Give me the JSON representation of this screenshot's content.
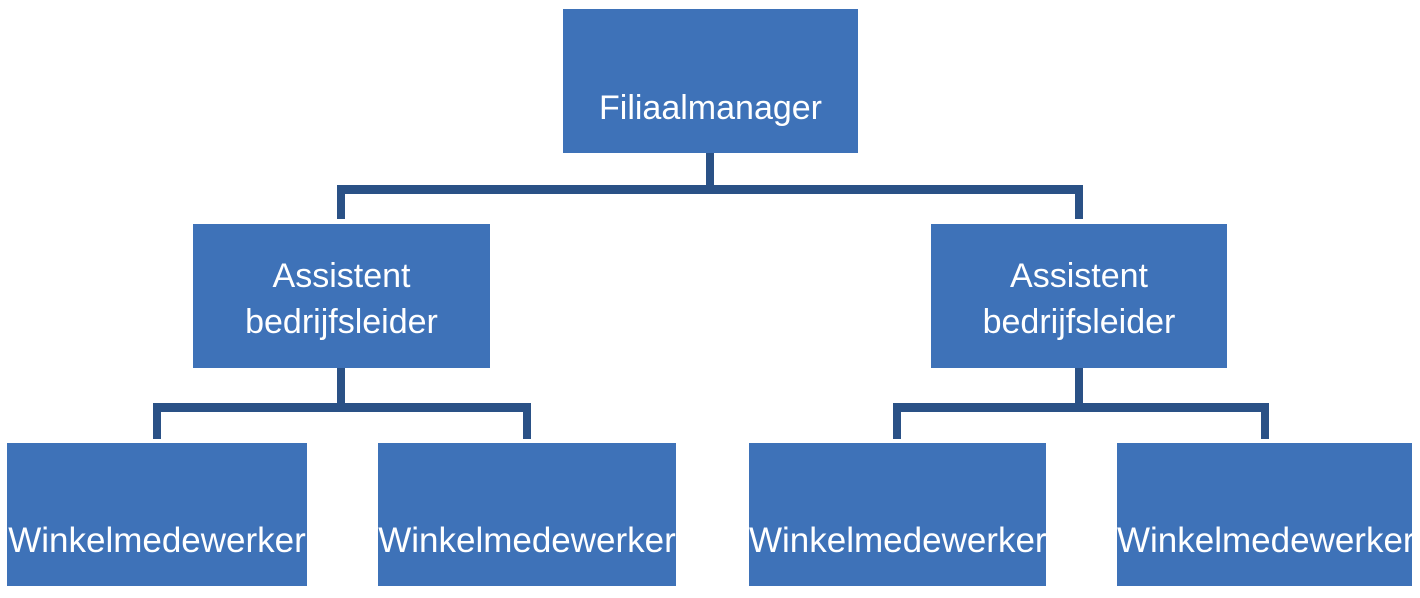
{
  "diagram": {
    "type": "org-chart",
    "levels": [
      {
        "nodes": [
          {
            "label": "Filiaalmanager"
          }
        ]
      },
      {
        "nodes": [
          {
            "label": "Assistent bedrijfsleider"
          },
          {
            "label": "Assistent bedrijfsleider"
          }
        ]
      },
      {
        "nodes": [
          {
            "label": "Winkelmedewerker"
          },
          {
            "label": "Winkelmedewerker"
          },
          {
            "label": "Winkelmedewerker"
          },
          {
            "label": "Winkelmedewerker"
          }
        ]
      }
    ],
    "edges": [
      {
        "from": [
          0,
          0
        ],
        "to": [
          1,
          0
        ]
      },
      {
        "from": [
          0,
          0
        ],
        "to": [
          1,
          1
        ]
      },
      {
        "from": [
          1,
          0
        ],
        "to": [
          2,
          0
        ]
      },
      {
        "from": [
          1,
          0
        ],
        "to": [
          2,
          1
        ]
      },
      {
        "from": [
          1,
          1
        ],
        "to": [
          2,
          2
        ]
      },
      {
        "from": [
          1,
          1
        ],
        "to": [
          2,
          3
        ]
      }
    ]
  },
  "colors": {
    "node_fill": "#3E72B8",
    "connector": "#2A5186",
    "node_text": "#FFFFFF",
    "background": "#FFFFFF"
  }
}
